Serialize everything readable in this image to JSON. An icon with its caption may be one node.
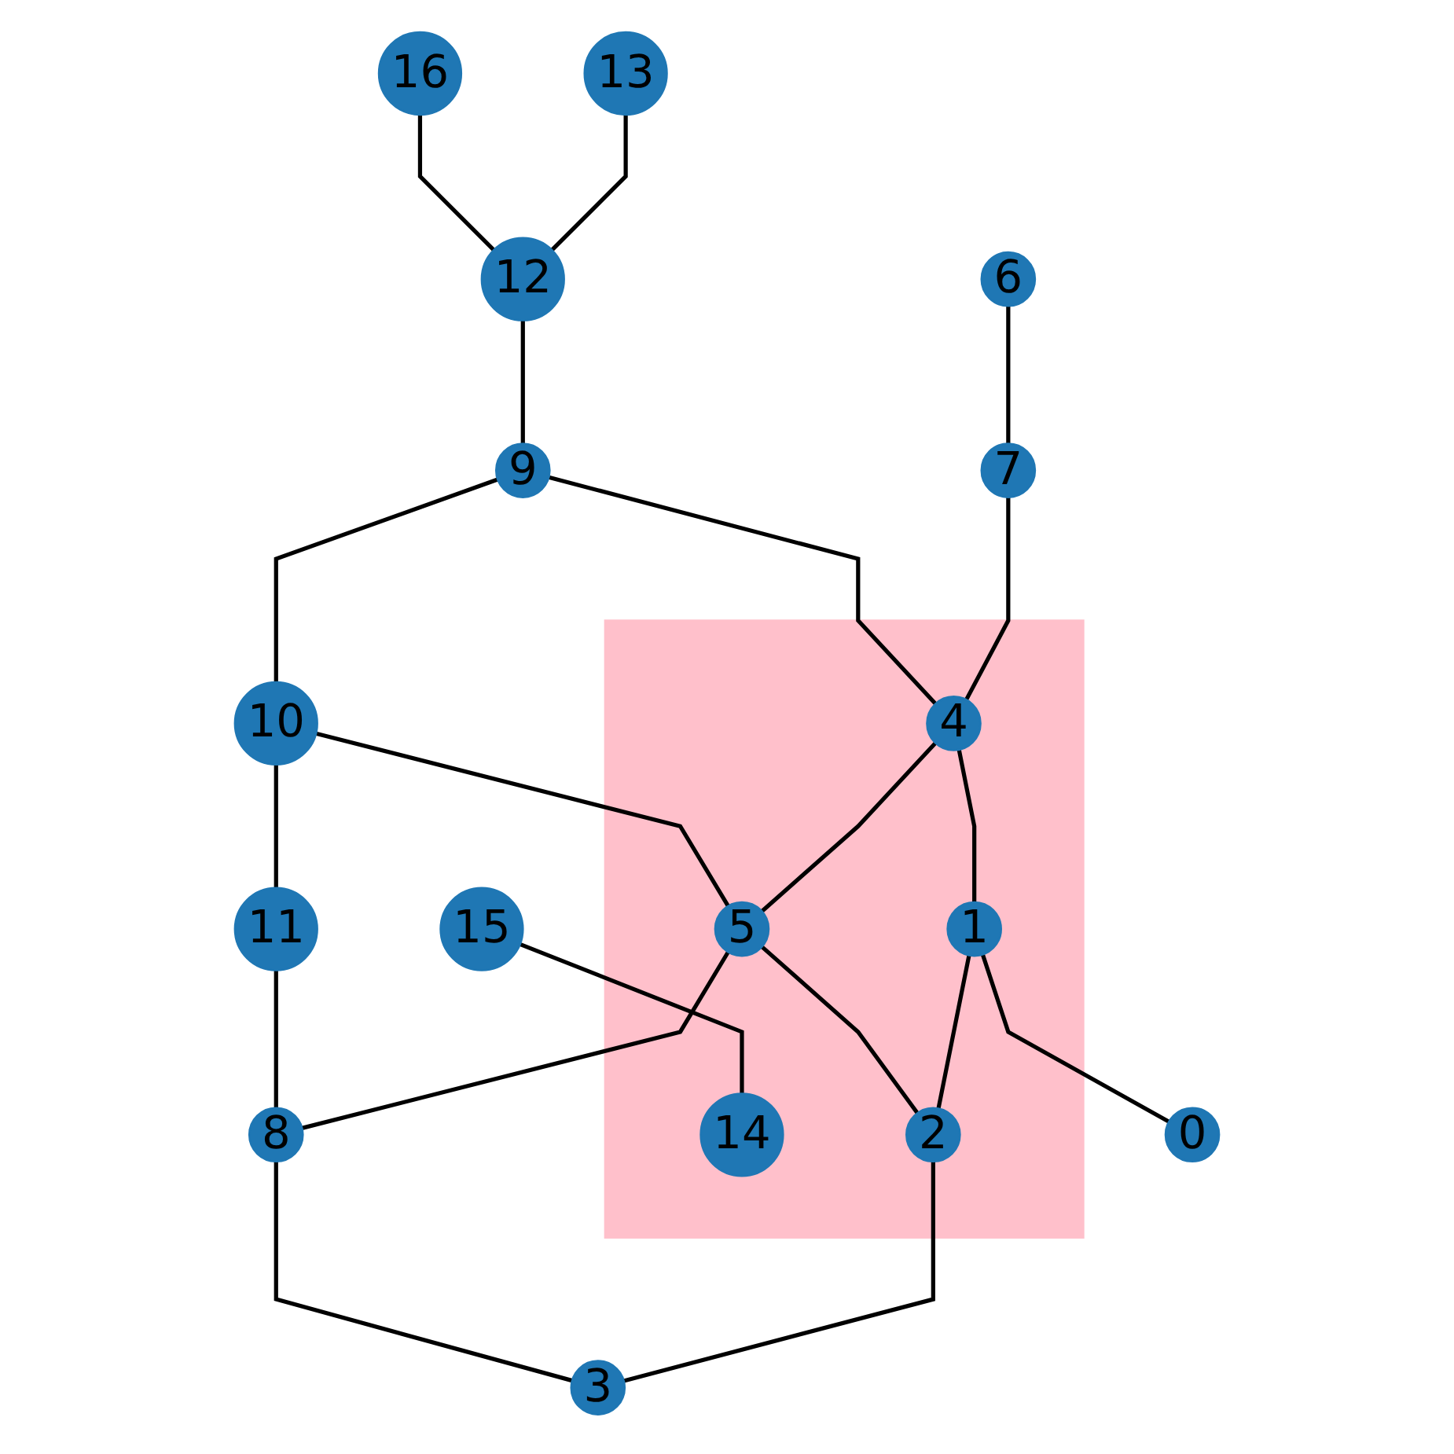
{
  "diagram": {
    "nodes": [
      {
        "text": [
          "16"
        ]
      },
      {
        "text": [
          "15"
        ]
      },
      {
        "text": [
          "13"
        ]
      },
      {
        "text": [
          "12"
        ]
      },
      {
        "text": [
          "9"
        ]
      },
      {
        "text": [
          "10"
        ]
      },
      {
        "text": [
          "11"
        ]
      },
      {
        "text": [],
        "shape": "box"
      },
      {
        "text": [
          "14"
        ],
        "in": 7
      },
      {
        "text": [
          "6"
        ]
      },
      {
        "text": [
          "7"
        ]
      },
      {
        "text": [
          "4"
        ],
        "in": 7
      },
      {
        "text": [
          "5"
        ],
        "in": 7
      },
      {
        "text": [
          "8"
        ]
      },
      {
        "text": [
          "1"
        ],
        "in": 7
      },
      {
        "text": [
          "2"
        ],
        "in": 7
      },
      {
        "text": [
          "3"
        ]
      },
      {
        "text": [
          "0"
        ]
      }
    ],
    "edges": [
      {
        "from": 0,
        "to": 3,
        "arrow": "none"
      },
      {
        "from": 2,
        "to": 3,
        "arrow": "none"
      },
      {
        "from": 3,
        "to": 4,
        "arrow": "none"
      },
      {
        "from": 4,
        "to": 5,
        "arrow": "none"
      },
      {
        "from": 5,
        "to": 6,
        "arrow": "none"
      },
      {
        "from": 1,
        "to": 8,
        "arrow": "none"
      },
      {
        "from": 4,
        "to": 11,
        "arrow": "none"
      },
      {
        "from": 5,
        "to": 12,
        "arrow": "none"
      },
      {
        "from": 6,
        "to": 13,
        "arrow": "none"
      },
      {
        "from": 9,
        "to": 10,
        "arrow": "none"
      },
      {
        "from": 10,
        "to": 11,
        "arrow": "none"
      },
      {
        "from": 11,
        "to": 12,
        "arrow": "none"
      },
      {
        "from": 12,
        "to": 13,
        "arrow": "none"
      },
      {
        "from": 11,
        "to": 14,
        "arrow": "none"
      },
      {
        "from": 12,
        "to": 15,
        "arrow": "none"
      },
      {
        "from": 13,
        "to": 16,
        "arrow": "none"
      },
      {
        "from": 14,
        "to": 15,
        "arrow": "none"
      },
      {
        "from": 15,
        "to": 16,
        "arrow": "none"
      },
      {
        "from": 14,
        "to": 17,
        "arrow": "none"
      }
    ]
  }
}
